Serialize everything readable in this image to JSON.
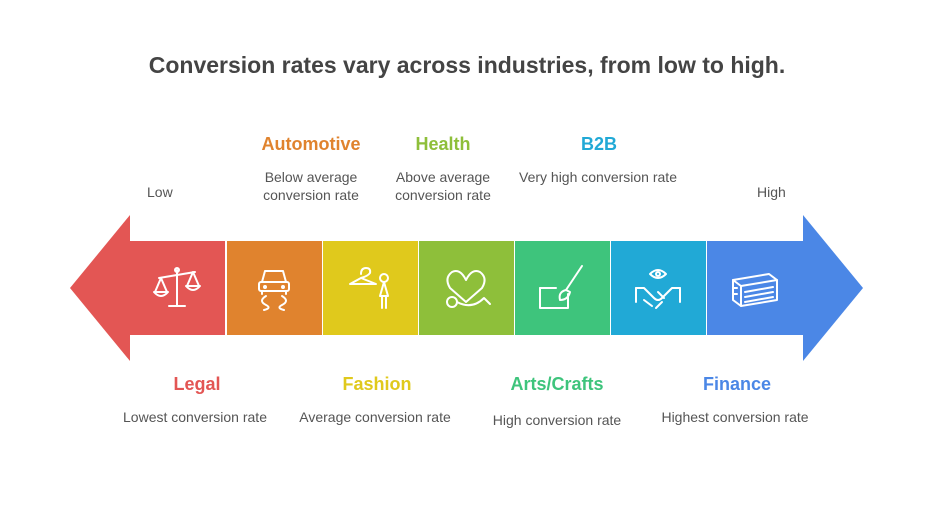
{
  "title": "Conversion rates vary across industries, from low to high.",
  "scale": {
    "low_label": "Low",
    "high_label": "High",
    "low_color": "#e35654",
    "high_color": "#4b87e6"
  },
  "segments": [
    {
      "label": "Legal",
      "description": "Lowest conversion rate",
      "color": "#e35654",
      "icon": "scales-icon",
      "position": "bottom"
    },
    {
      "label": "Automotive",
      "description": "Below average conversion rate",
      "color": "#e0832e",
      "icon": "car-icon",
      "position": "top"
    },
    {
      "label": "Fashion",
      "description": "Average conversion rate",
      "color": "#e0c91c",
      "icon": "hanger-person-icon",
      "position": "bottom"
    },
    {
      "label": "Health",
      "description": "Above average conversion rate",
      "color": "#8ebf3a",
      "icon": "stethoscope-heart-icon",
      "position": "top"
    },
    {
      "label": "Arts/Crafts",
      "description": "High conversion rate",
      "color": "#3ec47c",
      "icon": "paint-brush-icon",
      "position": "bottom"
    },
    {
      "label": "B2B",
      "description": "Very high conversion rate",
      "color": "#21a9d6",
      "icon": "handshake-icon",
      "position": "top"
    },
    {
      "label": "Finance",
      "description": "Highest conversion rate",
      "color": "#4b87e6",
      "icon": "money-stack-icon",
      "position": "bottom"
    }
  ]
}
